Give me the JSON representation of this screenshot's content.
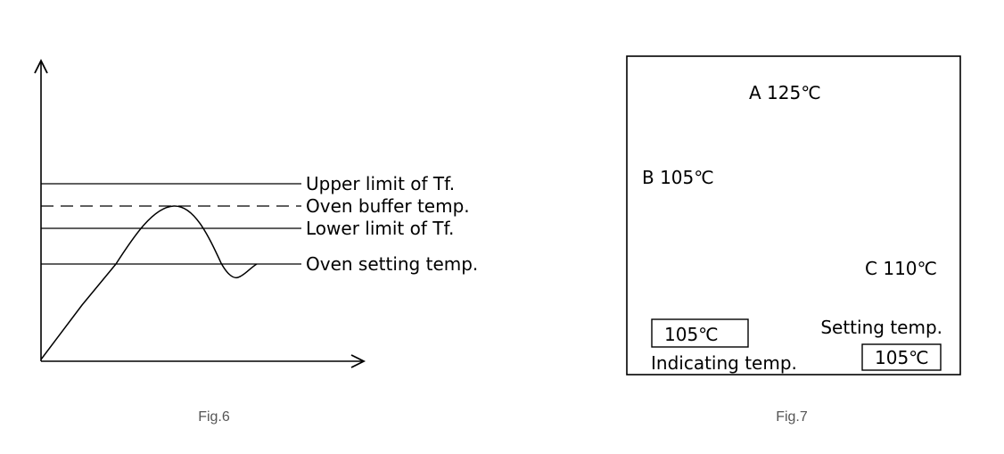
{
  "fig6": {
    "caption": "Fig.6",
    "labels": {
      "upper_limit": "Upper limit of Tf.",
      "buffer_temp": "Oven buffer temp.",
      "lower_limit": "Lower limit of Tf.",
      "setting_temp": "Oven setting temp."
    }
  },
  "fig7": {
    "caption": "Fig.7",
    "point_a": "A 125℃",
    "point_b": "B 105℃",
    "point_c": "C 110℃",
    "indicating_value": "105℃",
    "indicating_label": "Indicating temp.",
    "setting_label": "Setting temp.",
    "setting_value": "105℃"
  }
}
